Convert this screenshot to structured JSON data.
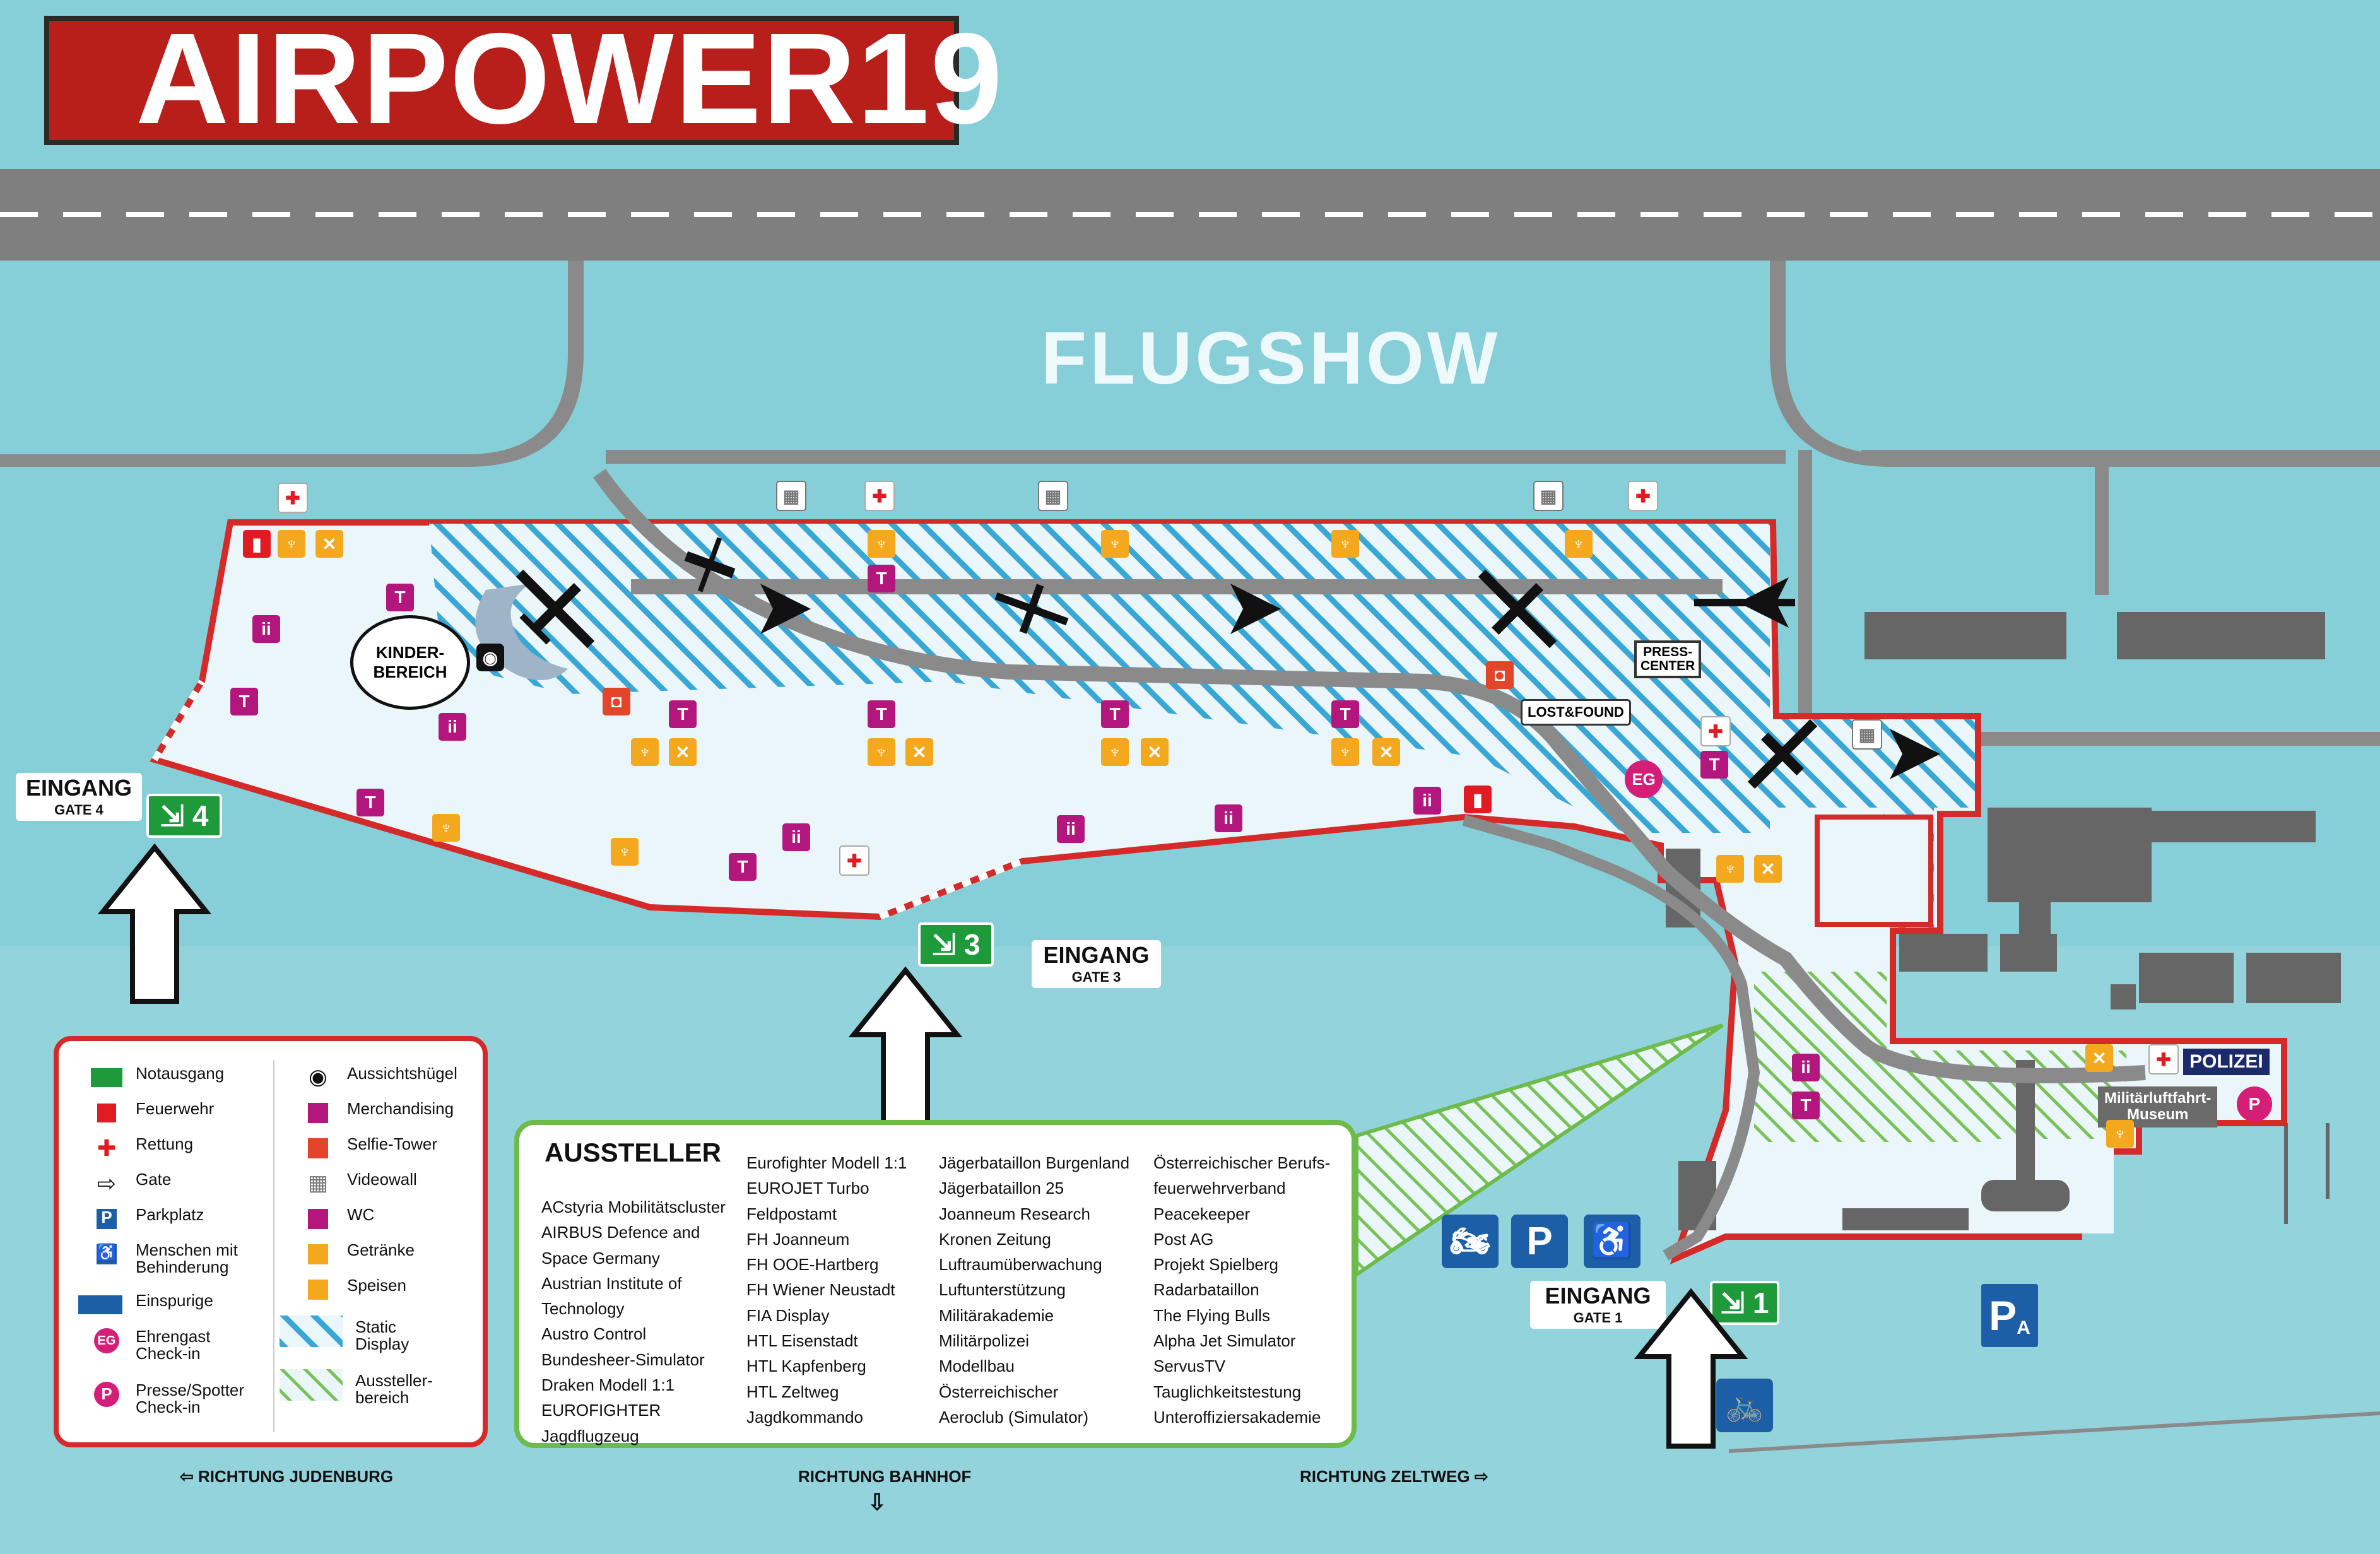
{
  "title": "AIRPOWER19",
  "flugshow_label": "FLUGSHOW",
  "zones": {
    "kinder_bereich": "KINDER-\nBEREICH",
    "press_center": "PRESS-\nCENTER",
    "lost_found": "LOST&FOUND",
    "polizei": "POLIZEI",
    "museum": "Militärluftfahrt-\nMuseum",
    "ehrengast_badge": "EG"
  },
  "gates": [
    {
      "label": "EINGANG",
      "gate": "GATE 4",
      "number": "4"
    },
    {
      "label": "EINGANG",
      "gate": "GATE 3",
      "number": "3"
    },
    {
      "label": "EINGANG",
      "gate": "GATE 1",
      "number": "1"
    }
  ],
  "directions": {
    "judenburg": "RICHTUNG JUDENBURG",
    "bahnhof": "RICHTUNG BAHNHOF",
    "zeltweg": "RICHTUNG ZELTWEG"
  },
  "parking_sign_label": "P",
  "parking_a_label": "P",
  "parking_a_sub": "A",
  "legend": {
    "left": [
      {
        "icon": "emergency-exit-icon",
        "label": "Notausgang"
      },
      {
        "icon": "fire-extinguisher-icon",
        "label": "Feuerwehr"
      },
      {
        "icon": "red-cross-icon",
        "label": "Rettung"
      },
      {
        "icon": "gate-arrow-icon",
        "label": "Gate"
      },
      {
        "icon": "parking-icon",
        "label": "Parkplatz"
      },
      {
        "icon": "wheelchair-icon",
        "label": "Menschen mit\nBehinderung"
      },
      {
        "icon": "bike-motorbike-icon",
        "label": "Einspurige"
      },
      {
        "icon": "eg-badge-icon",
        "label": "Ehrengast\nCheck-in"
      },
      {
        "icon": "press-badge-icon",
        "label": "Presse/Spotter\nCheck-in"
      }
    ],
    "right": [
      {
        "icon": "eye-icon",
        "label": "Aussichtshügel"
      },
      {
        "icon": "tshirt-icon",
        "label": "Merchandising"
      },
      {
        "icon": "camera-icon",
        "label": "Selfie-Tower"
      },
      {
        "icon": "videowall-icon",
        "label": "Videowall"
      },
      {
        "icon": "wc-icon",
        "label": "WC"
      },
      {
        "icon": "drink-icon",
        "label": "Getränke"
      },
      {
        "icon": "food-icon",
        "label": "Speisen"
      },
      {
        "icon": "static-hatch-icon",
        "label": "Static\nDisplay"
      },
      {
        "icon": "exhibitor-hatch-icon",
        "label": "Aussteller-\nbereich"
      }
    ]
  },
  "aussteller": {
    "title": "AUSSTELLER",
    "col1": [
      "ACstyria Mobilitätscluster",
      "AIRBUS Defence and",
      "Space Germany",
      "Austrian Institute of",
      "Technology",
      "Austro Control",
      "Bundesheer-Simulator",
      "Draken Modell 1:1",
      "EUROFIGHTER",
      "Jagdflugzeug"
    ],
    "col2": [
      "Eurofighter Modell 1:1",
      "EUROJET Turbo",
      "Feldpostamt",
      "FH Joanneum",
      "FH OOE-Hartberg",
      "FH Wiener Neustadt",
      "FIA Display",
      "HTL Eisenstadt",
      "HTL Kapfenberg",
      "HTL Zeltweg",
      "Jagdkommando"
    ],
    "col3": [
      "Jägerbataillon Burgenland",
      "Jägerbataillon 25",
      "Joanneum Research",
      "Kronen Zeitung",
      "Luftraumüberwachung",
      "Luftunterstützung",
      "Militärakademie",
      "Militärpolizei",
      "Modellbau",
      "Österreichischer",
      "Aeroclub (Simulator)"
    ],
    "col4": [
      "Österreichischer Berufs-",
      "feuerwehrverband",
      "Peacekeeper",
      "Post AG",
      "Projekt Spielberg",
      "Radarbataillon",
      "The Flying Bulls",
      "Alpha Jet Simulator",
      "ServusTV",
      "Tauglichkeitstestung",
      "Unteroffiziersakademie"
    ]
  },
  "colors": {
    "sky": "#86cfd8",
    "area": "#e9f5f8",
    "border": "#d42a2a",
    "runway": "#7f7f7f",
    "exit": "#1e9a3a",
    "drink": "#f3a81e",
    "merch": "#b3177e",
    "aid": "#e01b22",
    "selfie": "#e2452a",
    "parking": "#1d5fa6",
    "exhibitor": "#6dbb4b"
  }
}
